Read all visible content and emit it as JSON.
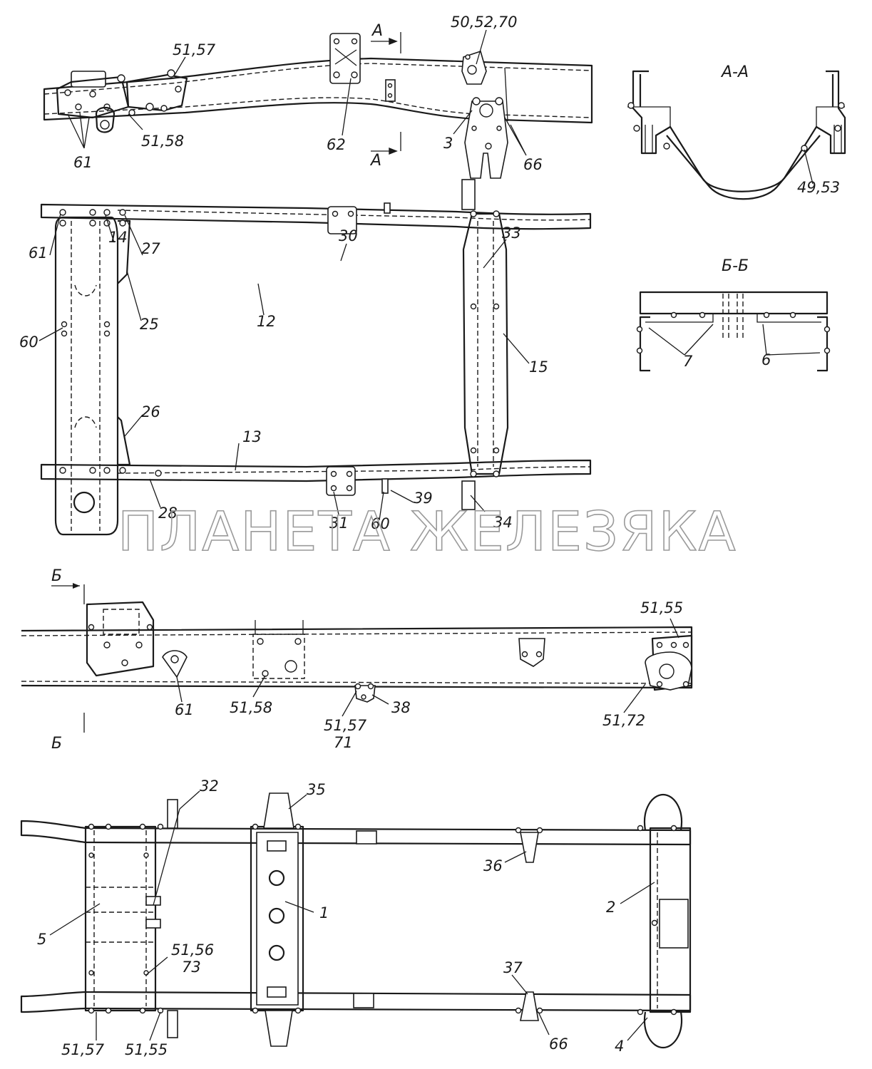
{
  "watermark": "ПЛАНЕТА ЖЕЛЕЗЯКА",
  "sections": {
    "aa_title": "А-А",
    "aa_marker": "А",
    "bb_title": "Б-Б",
    "bb_marker": "Б"
  },
  "view1_labels": {
    "l_61": "61",
    "l_51_57": "51,57",
    "l_51_58": "51,58",
    "l_62": "62",
    "l_50_52_70": "50,52,70",
    "l_3": "3",
    "l_66": "66"
  },
  "section_aa_labels": {
    "l_49_53": "49,53"
  },
  "view2_labels": {
    "l_61": "61",
    "l_14": "14",
    "l_27": "27",
    "l_25": "25",
    "l_60": "60",
    "l_12": "12",
    "l_30": "30",
    "l_33": "33",
    "l_15": "15",
    "l_26": "26",
    "l_13": "13",
    "l_28": "28",
    "l_31": "31",
    "l_60b": "60",
    "l_39": "39",
    "l_34": "34"
  },
  "section_bb_labels": {
    "l_7": "7",
    "l_6": "6"
  },
  "view3_labels": {
    "l_61": "61",
    "l_51_58": "51,58",
    "l_51_57": "51,57",
    "l_71": "71",
    "l_38": "38",
    "l_51_55": "51,55",
    "l_51_72": "51,72"
  },
  "view4_labels": {
    "l_32": "32",
    "l_35": "35",
    "l_36": "36",
    "l_5": "5",
    "l_1": "1",
    "l_2": "2",
    "l_51_56": "51,56",
    "l_73": "73",
    "l_37": "37",
    "l_51_57": "51,57",
    "l_51_55": "51,55",
    "l_66": "66",
    "l_4": "4"
  }
}
